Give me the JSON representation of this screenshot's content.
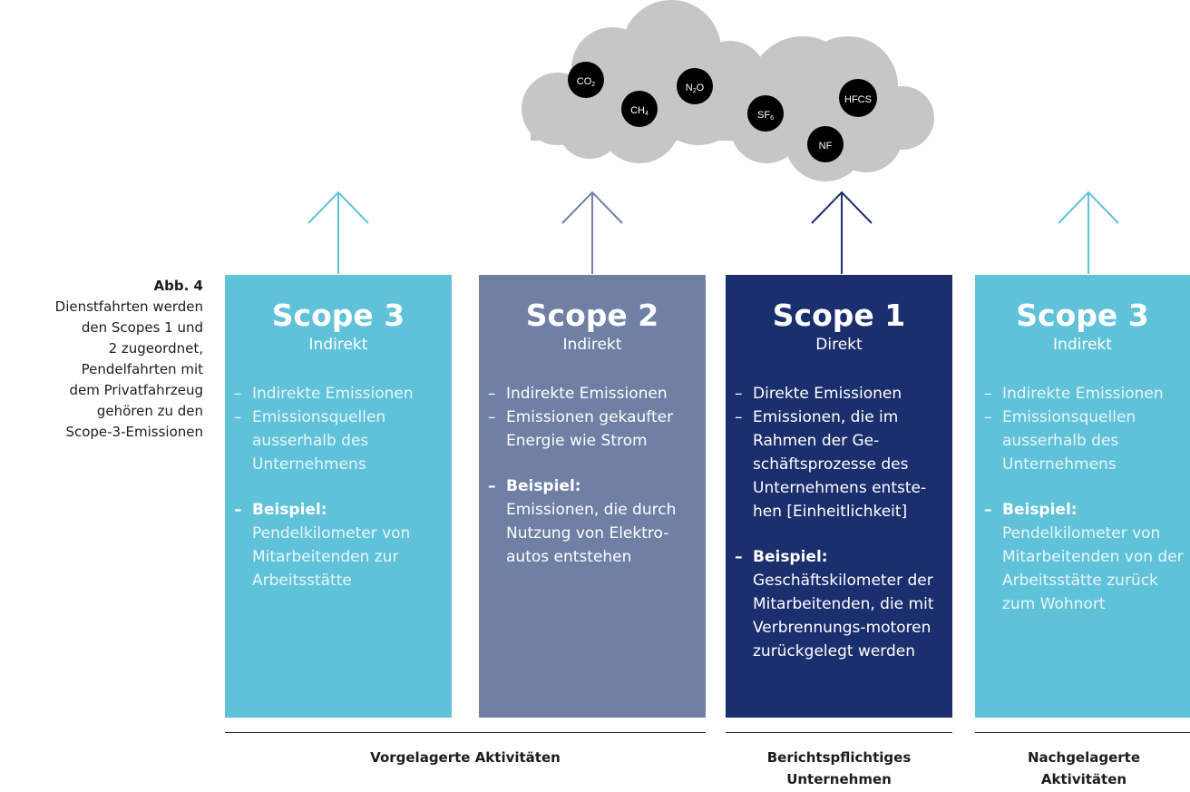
{
  "caption": {
    "title": "Abb. 4",
    "lines": [
      "Dienstfahrten werden",
      "den Scopes 1 und",
      "2 zugeordnet,",
      "Pendelfahrten mit",
      "dem Privatfahrzeug",
      "gehören zu den",
      "Scope-3-Emissionen"
    ]
  },
  "cloud": {
    "color": "#c6c6c6",
    "gases": [
      {
        "name": "CO",
        "sub": "2"
      },
      {
        "name": "CH",
        "sub": "4"
      },
      {
        "name": "N",
        "sub": "2",
        "tail": "O"
      },
      {
        "name": "SF",
        "sub": "6"
      },
      {
        "name": "HFCS",
        "sub": ""
      },
      {
        "name": "NF",
        "sub": ""
      }
    ]
  },
  "scopes": [
    {
      "title": "Scope 3",
      "kind": "Indirekt",
      "color": "#60c2d9",
      "arrow_color": "#60c2d9",
      "items": [
        "Indirekte Emissionen",
        "Emissionsquellen ausserhalb des Unternehmens"
      ],
      "example_label": "Beispiel:",
      "example_text": "Pendelkilometer von Mitarbeitenden zur Arbeitsstätte"
    },
    {
      "title": "Scope 2",
      "kind": "Indirekt",
      "color": "#6f80a4",
      "arrow_color": "#6f80a4",
      "items": [
        "Indirekte Emissionen",
        "Emissionen gekaufter Energie wie Strom"
      ],
      "example_label": "Beispiel:",
      "example_text": "Emissionen, die durch Nutzung von Elektro-autos entstehen"
    },
    {
      "title": "Scope 1",
      "kind": "Direkt",
      "color": "#1b2f6e",
      "arrow_color": "#1b2f6e",
      "items": [
        "Direkte Emissionen",
        "Emissionen, die im Rahmen der Ge-schäftsprozesse des Unternehmens entste-hen [Einheitlichkeit]"
      ],
      "example_label": "Beispiel:",
      "example_text": "Geschäftskilometer der Mitarbeitenden, die mit Verbrennungs-motoren zurückgelegt werden"
    },
    {
      "title": "Scope 3",
      "kind": "Indirekt",
      "color": "#60c2d9",
      "arrow_color": "#60c2d9",
      "items": [
        "Indirekte Emissionen",
        "Emissionsquellen ausserhalb des Unternehmens"
      ],
      "example_label": "Beispiel:",
      "example_text": "Pendelkilometer von Mitarbeitenden von der Arbeitsstätte zurück zum Wohnort"
    }
  ],
  "groups": [
    {
      "label": "Vorgelagerte Aktivitäten"
    },
    {
      "label": "Berichtspflichtiges Unternehmen"
    },
    {
      "label": "Nachgelagerte Aktivitäten"
    }
  ],
  "dash": "–"
}
